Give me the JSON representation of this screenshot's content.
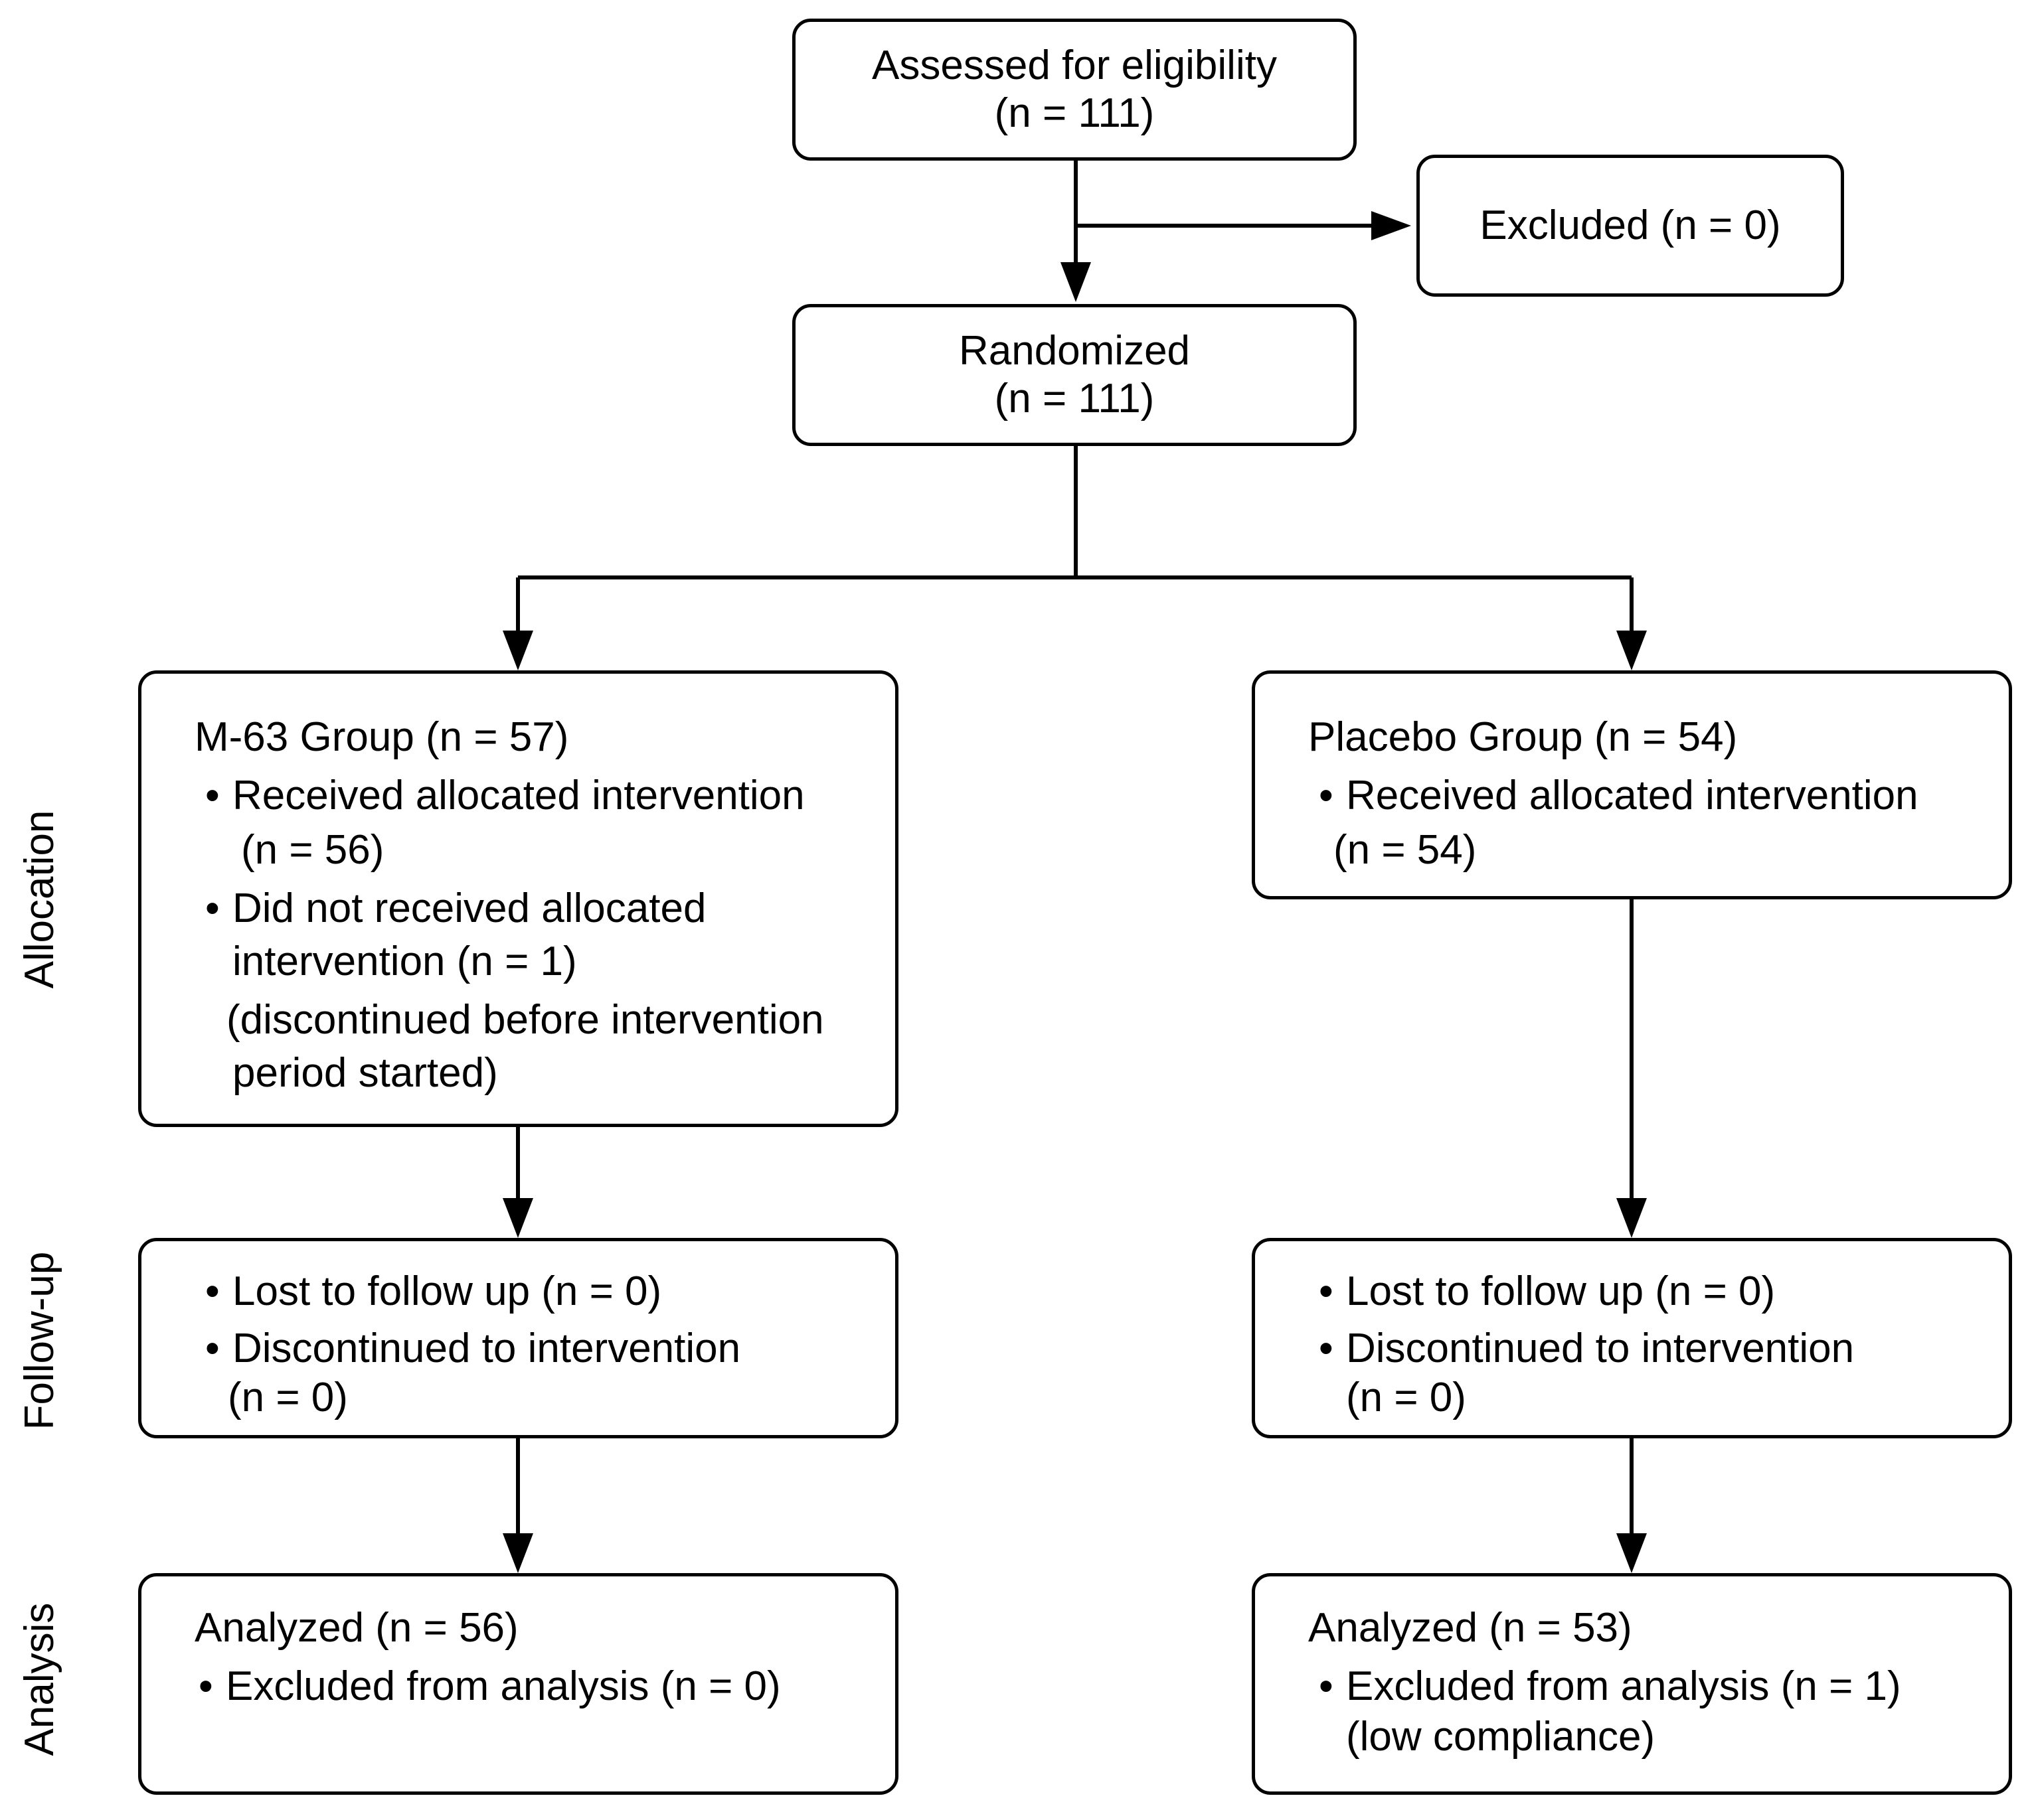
{
  "stages": {
    "allocation": "Allocation",
    "followup": "Follow-up",
    "analysis": "Analysis"
  },
  "assessed": {
    "line1": "Assessed for eligibility",
    "line2": "(n = 111)"
  },
  "excluded": {
    "label": "Excluded (n = 0)"
  },
  "randomized": {
    "line1": "Randomized",
    "line2": "(n = 111)"
  },
  "m63_group": {
    "title": "M-63 Group (n = 57)",
    "bullet1_l1": "Received allocated intervention",
    "bullet1_l2": "(n = 56)",
    "bullet2_l1": "Did not received allocated",
    "bullet2_l2": "intervention (n = 1)",
    "bullet2_l3": "(discontinued before intervention",
    "bullet2_l4": "period started)"
  },
  "placebo_group": {
    "title": "Placebo Group (n = 54)",
    "bullet1_l1": "Received allocated intervention",
    "bullet1_l2": "(n = 54)"
  },
  "m63_followup": {
    "bullet1": "Lost to follow up (n = 0)",
    "bullet2_l1": "Discontinued to intervention",
    "bullet2_l2": "(n = 0)"
  },
  "placebo_followup": {
    "bullet1": "Lost to follow up (n = 0)",
    "bullet2_l1": "Discontinued to intervention",
    "bullet2_l2": "(n = 0)"
  },
  "m63_analysis": {
    "title": "Analyzed (n = 56)",
    "bullet1": "Excluded from analysis (n = 0)"
  },
  "placebo_analysis": {
    "title": "Analyzed (n = 53)",
    "bullet1_l1": "Excluded from analysis (n = 1)",
    "bullet1_l2": "(low compliance)"
  },
  "bullet_char": "•"
}
